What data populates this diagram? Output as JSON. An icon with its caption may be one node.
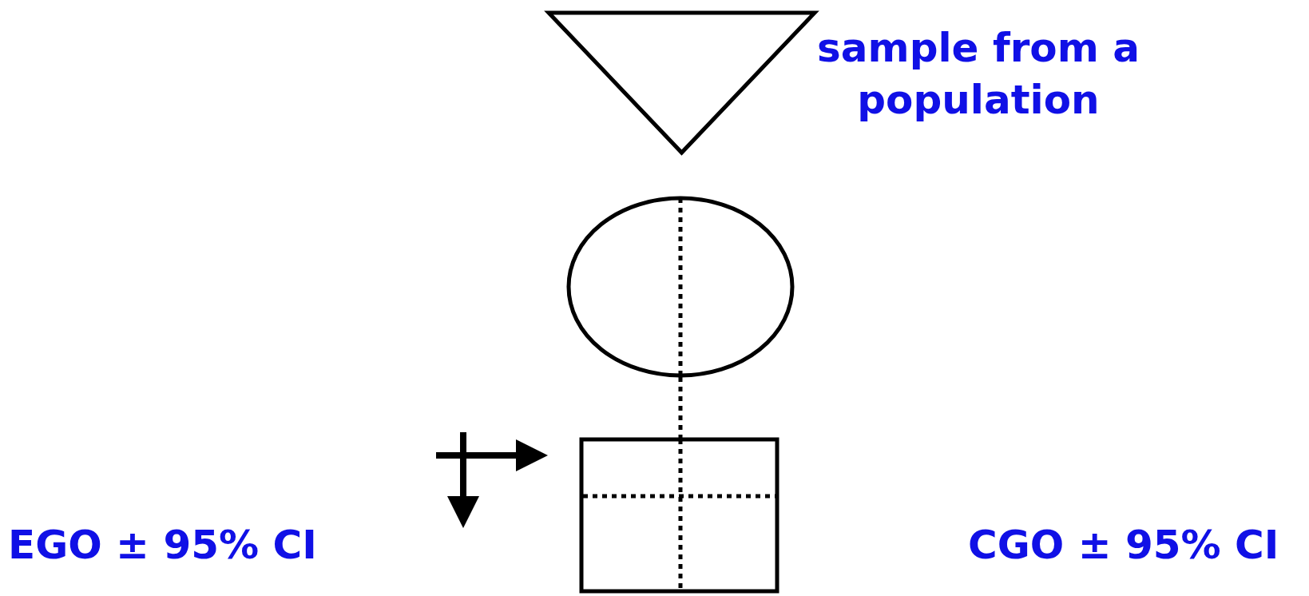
{
  "diagram": {
    "nodes": [
      {
        "text": [],
        "shape": "triangle",
        "beside": [
          "sample from a population"
        ]
      },
      {
        "text": [],
        "shape": "ellipse"
      },
      {
        "text": [],
        "shape": "box"
      }
    ],
    "edges": [
      {
        "from": 1,
        "to": 2,
        "arrow": "none",
        "style": "dashed"
      }
    ],
    "labels": [
      "EGO ± 95% CI",
      "CGO ± 95% CI"
    ]
  }
}
